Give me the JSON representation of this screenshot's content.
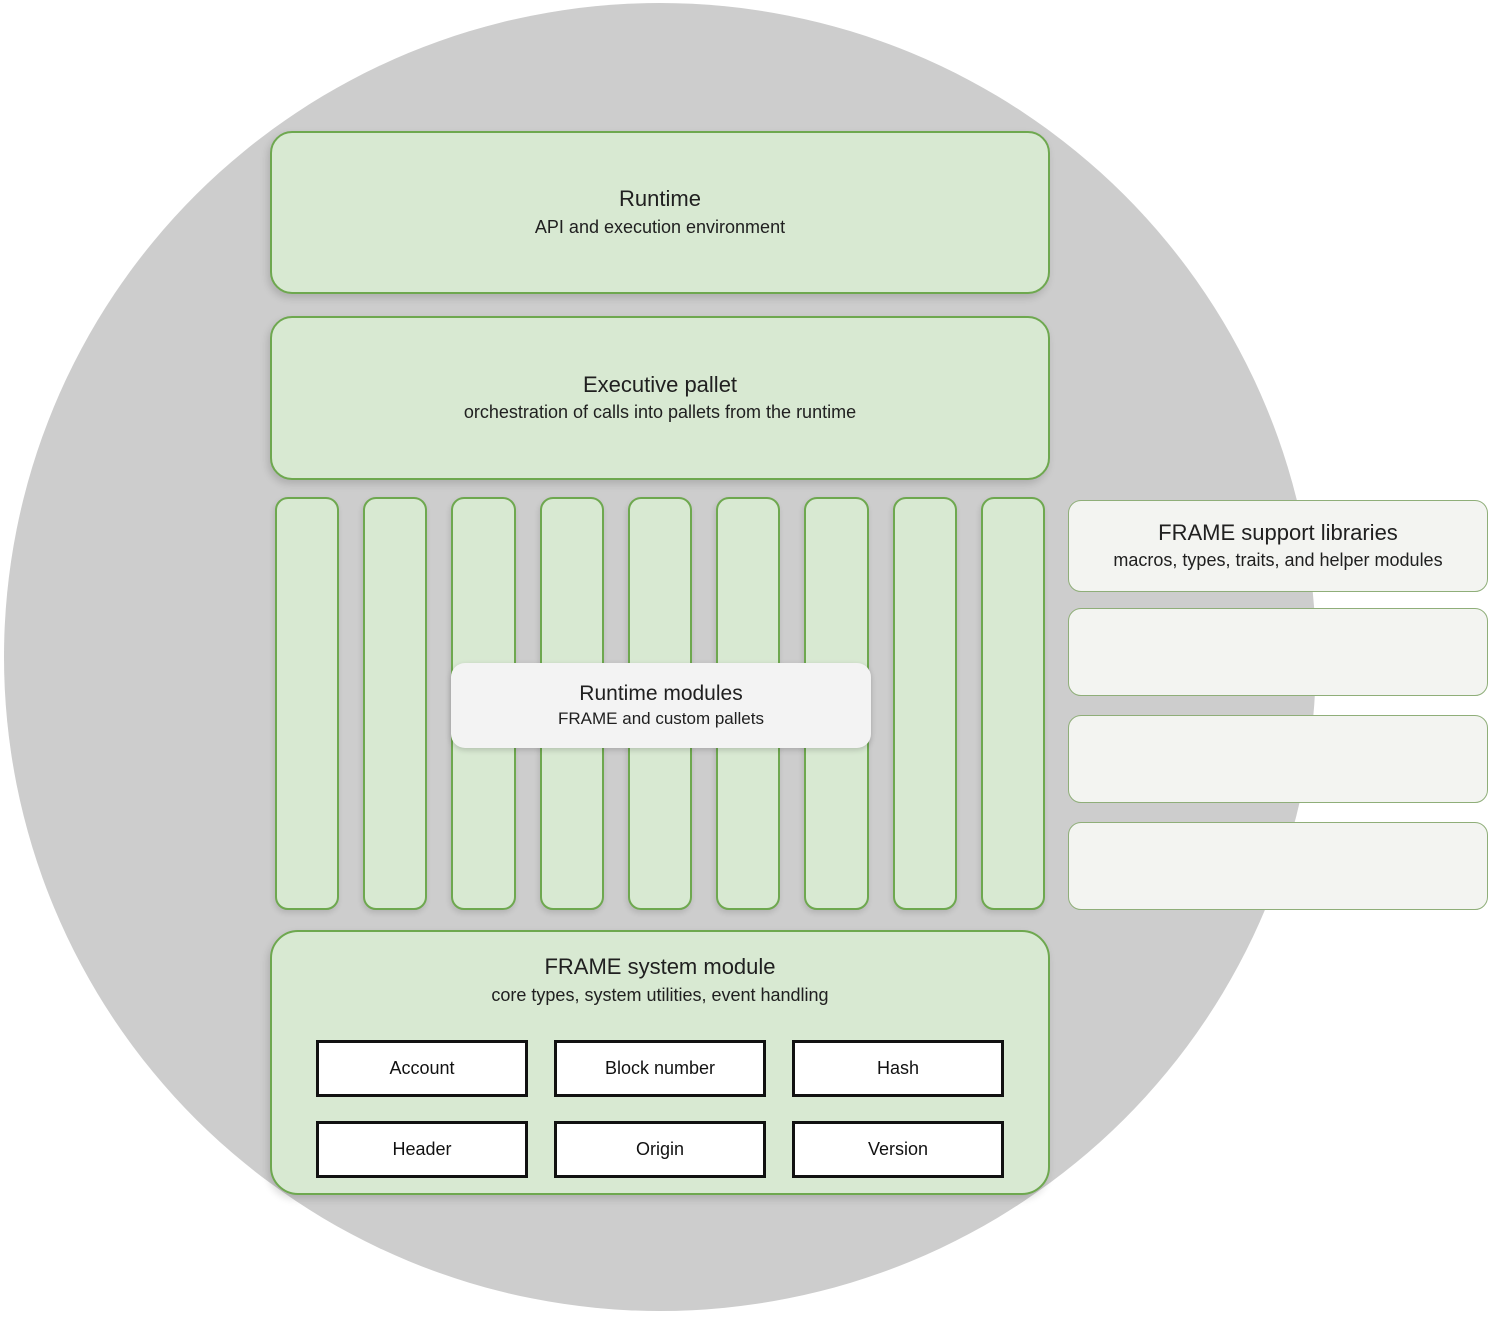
{
  "runtime": {
    "title": "Runtime",
    "subtitle": "API and execution environment"
  },
  "executive": {
    "title": "Executive pallet",
    "subtitle": "orchestration of calls into pallets from the runtime"
  },
  "runtime_modules": {
    "title": "Runtime modules",
    "subtitle": "FRAME and custom pallets",
    "bar_count": 9
  },
  "support_libraries": {
    "title": "FRAME support libraries",
    "subtitle": "macros, types, traits, and helper modules",
    "placeholder_count": 3
  },
  "system_module": {
    "title": "FRAME system module",
    "subtitle": "core types, system utilities, event handling",
    "components": [
      "Account",
      "Block number",
      "Hash",
      "Header",
      "Origin",
      "Version"
    ]
  },
  "colors": {
    "circle_gray": "#cdcdcd",
    "module_green_fill": "#d8e9d2",
    "module_green_border": "#6ea84f",
    "light_box_fill": "#f3f4f1",
    "light_box_border": "#8fae79",
    "label_box_fill": "#f3f3f3",
    "component_border": "#111111",
    "text_dark": "#202020"
  }
}
